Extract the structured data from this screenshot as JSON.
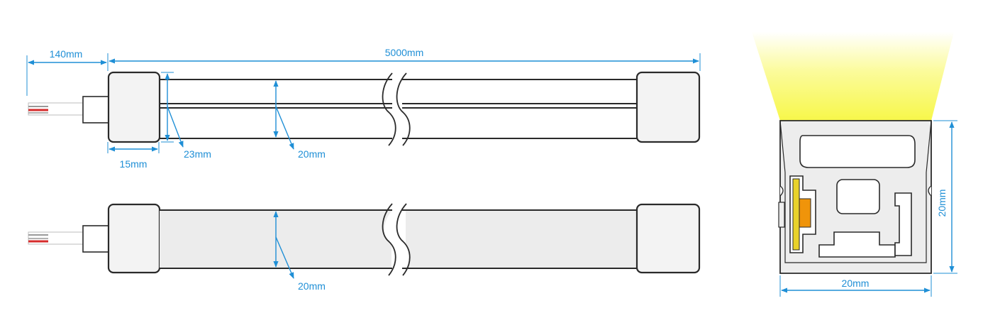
{
  "colors": {
    "dimension": "#1f8fd6",
    "outline": "#2a2a2a",
    "profile_fill": "#ededed",
    "cap_fill": "#f3f3f3",
    "wire_red": "#d52b2b",
    "light_yellow": "#fafa6a",
    "led_orange": "#f0940a",
    "pcb_yellow": "#e8d22a"
  },
  "top_view": {
    "cable_length_label": "140mm",
    "total_length_label": "5000mm",
    "cap_length_label": "15mm",
    "cap_height_label": "23mm",
    "profile_height_label": "20mm"
  },
  "bottom_view": {
    "profile_height_label": "20mm"
  },
  "cross_section": {
    "width_label": "20mm",
    "height_label": "20mm",
    "emitted_light": "light-beam-icon",
    "led_chip": "led-chip-icon"
  }
}
